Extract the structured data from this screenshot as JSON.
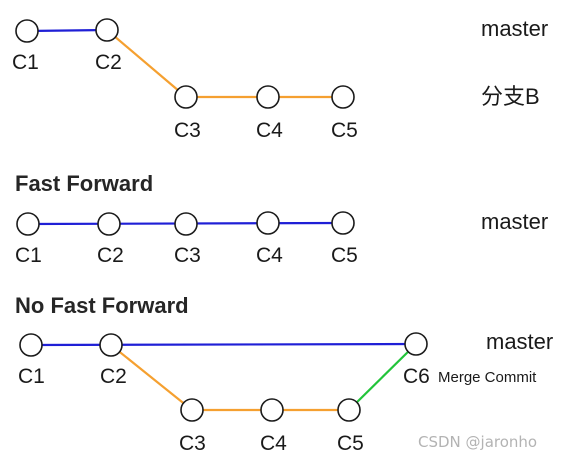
{
  "colors": {
    "master_line": "#1f1fd6",
    "branch_line": "#f5a030",
    "merge_line": "#22c43a"
  },
  "diagram1": {
    "commits": [
      "C1",
      "C2",
      "C3",
      "C4",
      "C5"
    ],
    "master_label": "master",
    "branch_label": "分支B"
  },
  "diagram2": {
    "title": "Fast Forward",
    "commits": [
      "C1",
      "C2",
      "C3",
      "C4",
      "C5"
    ],
    "master_label": "master"
  },
  "diagram3": {
    "title": "No Fast Forward",
    "commits": [
      "C1",
      "C2",
      "C3",
      "C4",
      "C5",
      "C6"
    ],
    "master_label": "master",
    "merge_label": "Merge Commit"
  },
  "watermark": "CSDN @jaronho"
}
